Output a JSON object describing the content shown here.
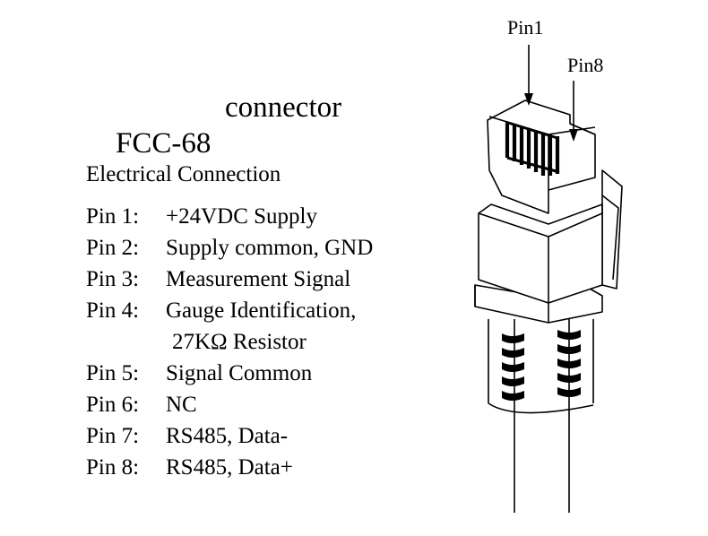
{
  "title": {
    "part1": "FCC-68",
    "part2": "connector"
  },
  "subtitle": "Electrical Connection",
  "pins": [
    {
      "label": "Pin 1:",
      "description": "+24VDC Supply"
    },
    {
      "label": "Pin 2:",
      "description": "Supply common, GND"
    },
    {
      "label": "Pin 3:",
      "description": "Measurement Signal"
    },
    {
      "label": "Pin 4:",
      "description": "Gauge Identification,",
      "continuation": "27KΩ Resistor"
    },
    {
      "label": "Pin 5:",
      "description": "Signal Common"
    },
    {
      "label": "Pin 6:",
      "description": "NC"
    },
    {
      "label": "Pin 7:",
      "description": "RS485, Data-"
    },
    {
      "label": "Pin 8:",
      "description": "RS485, Data+"
    }
  ],
  "diagram": {
    "pin1_callout": "Pin1",
    "pin8_callout": "Pin8"
  }
}
